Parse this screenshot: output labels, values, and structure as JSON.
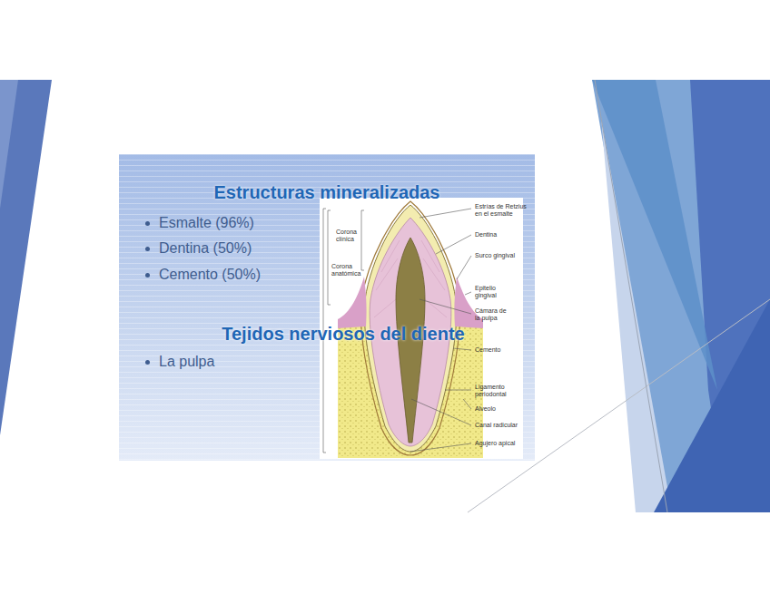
{
  "diagram": {
    "nodes": [
      {
        "text": [
          "Estructuras mineralizadas",
          "Esmalte (96%)",
          "Dentina (50%)",
          "Cemento (50%)",
          "Tejidos nerviosos del diente",
          "La pulpa"
        ]
      }
    ],
    "labels": [
      "Estrías de Retzius en el esmalte",
      "Dentina",
      "Surco gingival",
      "Epitelio gingival",
      "Cámara de la pulpa",
      "Cemento",
      "Ligamento periodontal",
      "Alveolo",
      "Canal radicular",
      "Agujero apical",
      "Corona clínica",
      "Corona anatómica"
    ]
  }
}
